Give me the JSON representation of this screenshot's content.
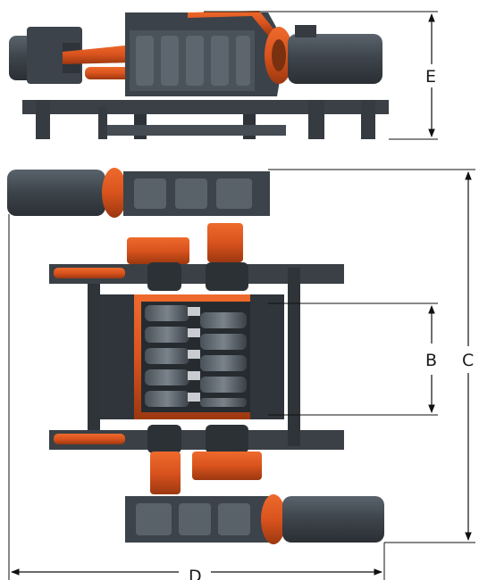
{
  "dimensions": {
    "E": "E",
    "B": "B",
    "C": "C",
    "D": "D"
  },
  "colors": {
    "machine_body": "#3e454d",
    "machine_dark": "#2c3238",
    "machine_light": "#5c656e",
    "accent_orange": "#d9531e",
    "accent_orange_dark": "#a83d12",
    "line": "#111111"
  },
  "views": [
    "side-elevation",
    "top-plan"
  ]
}
